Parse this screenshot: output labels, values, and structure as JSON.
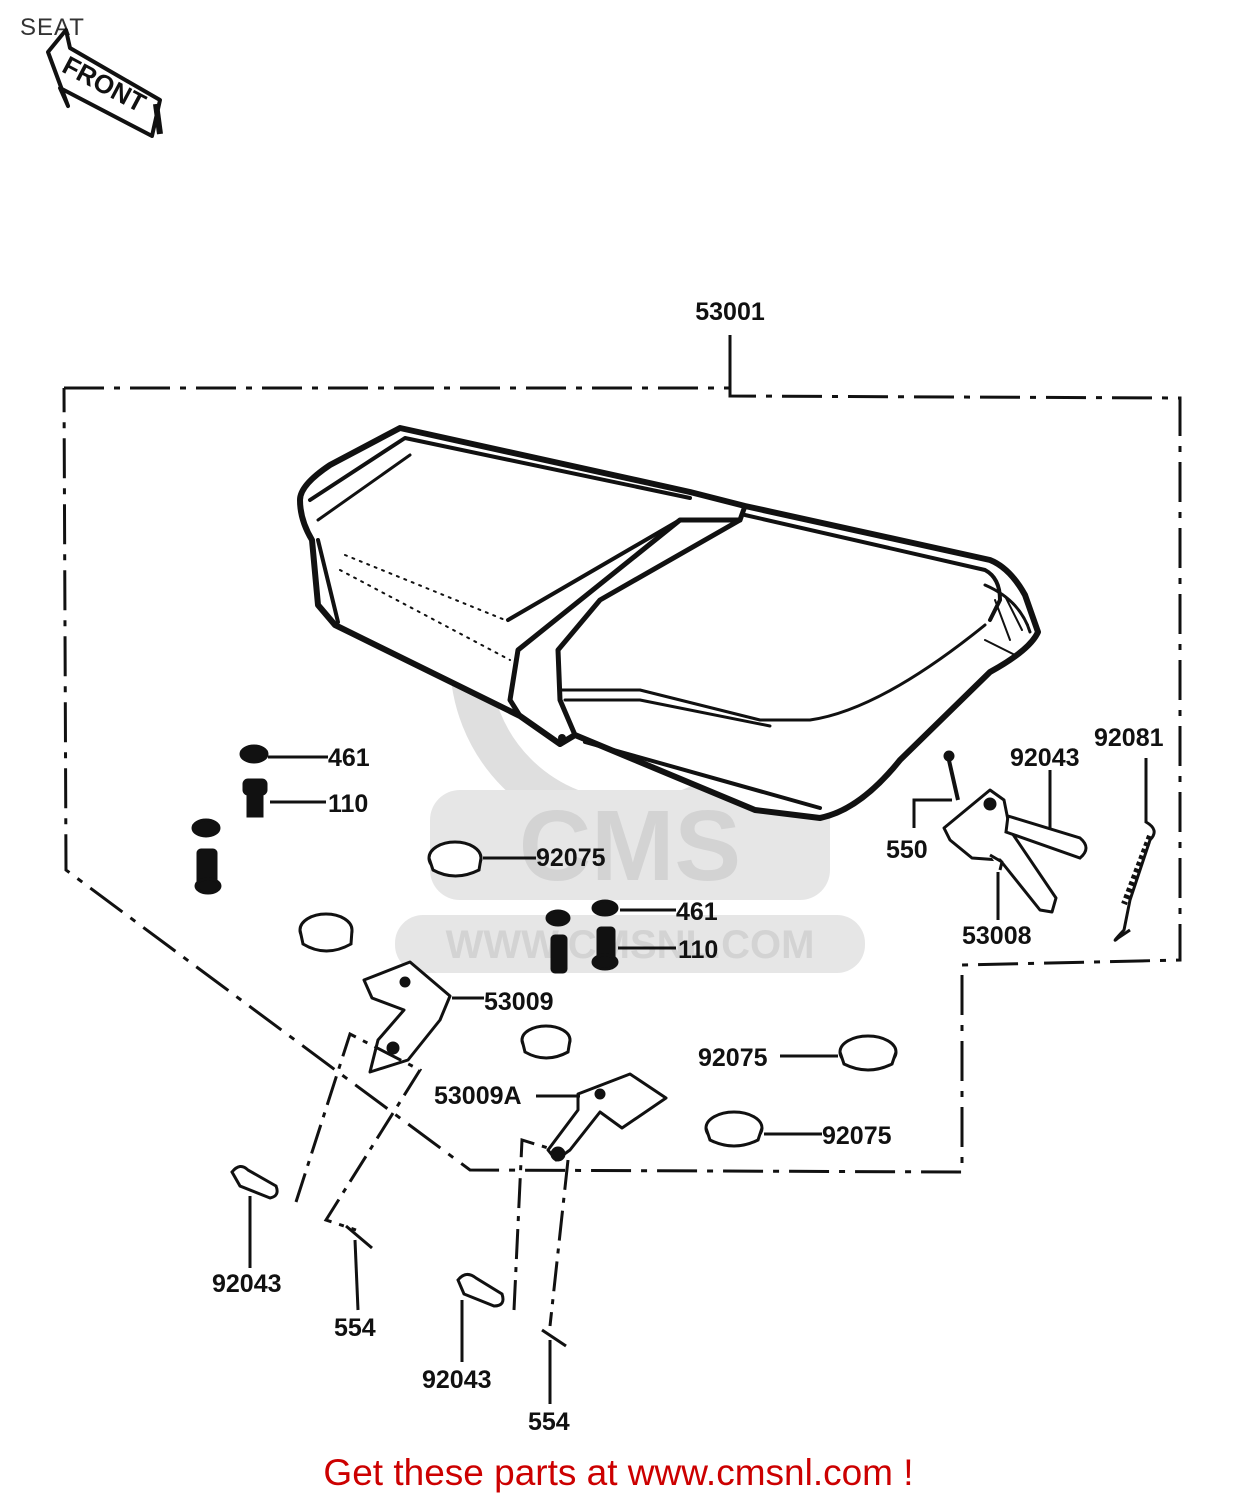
{
  "title": "SEAT",
  "front_arrow_label": "FRONT",
  "watermark": {
    "logo_text": "CMS",
    "site_text": "WWW.CMSNL.COM"
  },
  "footer": "Get these parts at www.cmsnl.com !",
  "labels": {
    "seat_assy": "53001",
    "cap_nut_a": "461",
    "bolt_a": "110",
    "cap_b": "92075",
    "cap_nut_b": "461",
    "bolt_b": "110",
    "bracket_left": "53009",
    "cap_c": "92075",
    "bracket_right": "53009A",
    "cap_d": "92075",
    "pin_top": "92043",
    "spring": "92081",
    "cotter_top": "550",
    "hook_plate": "53008",
    "pin_left": "92043",
    "clip_left": "554",
    "pin_mid": "92043",
    "clip_mid": "554"
  },
  "colors": {
    "line": "#111111",
    "footer": "#cc0000",
    "watermark": "#d6d6d6"
  }
}
